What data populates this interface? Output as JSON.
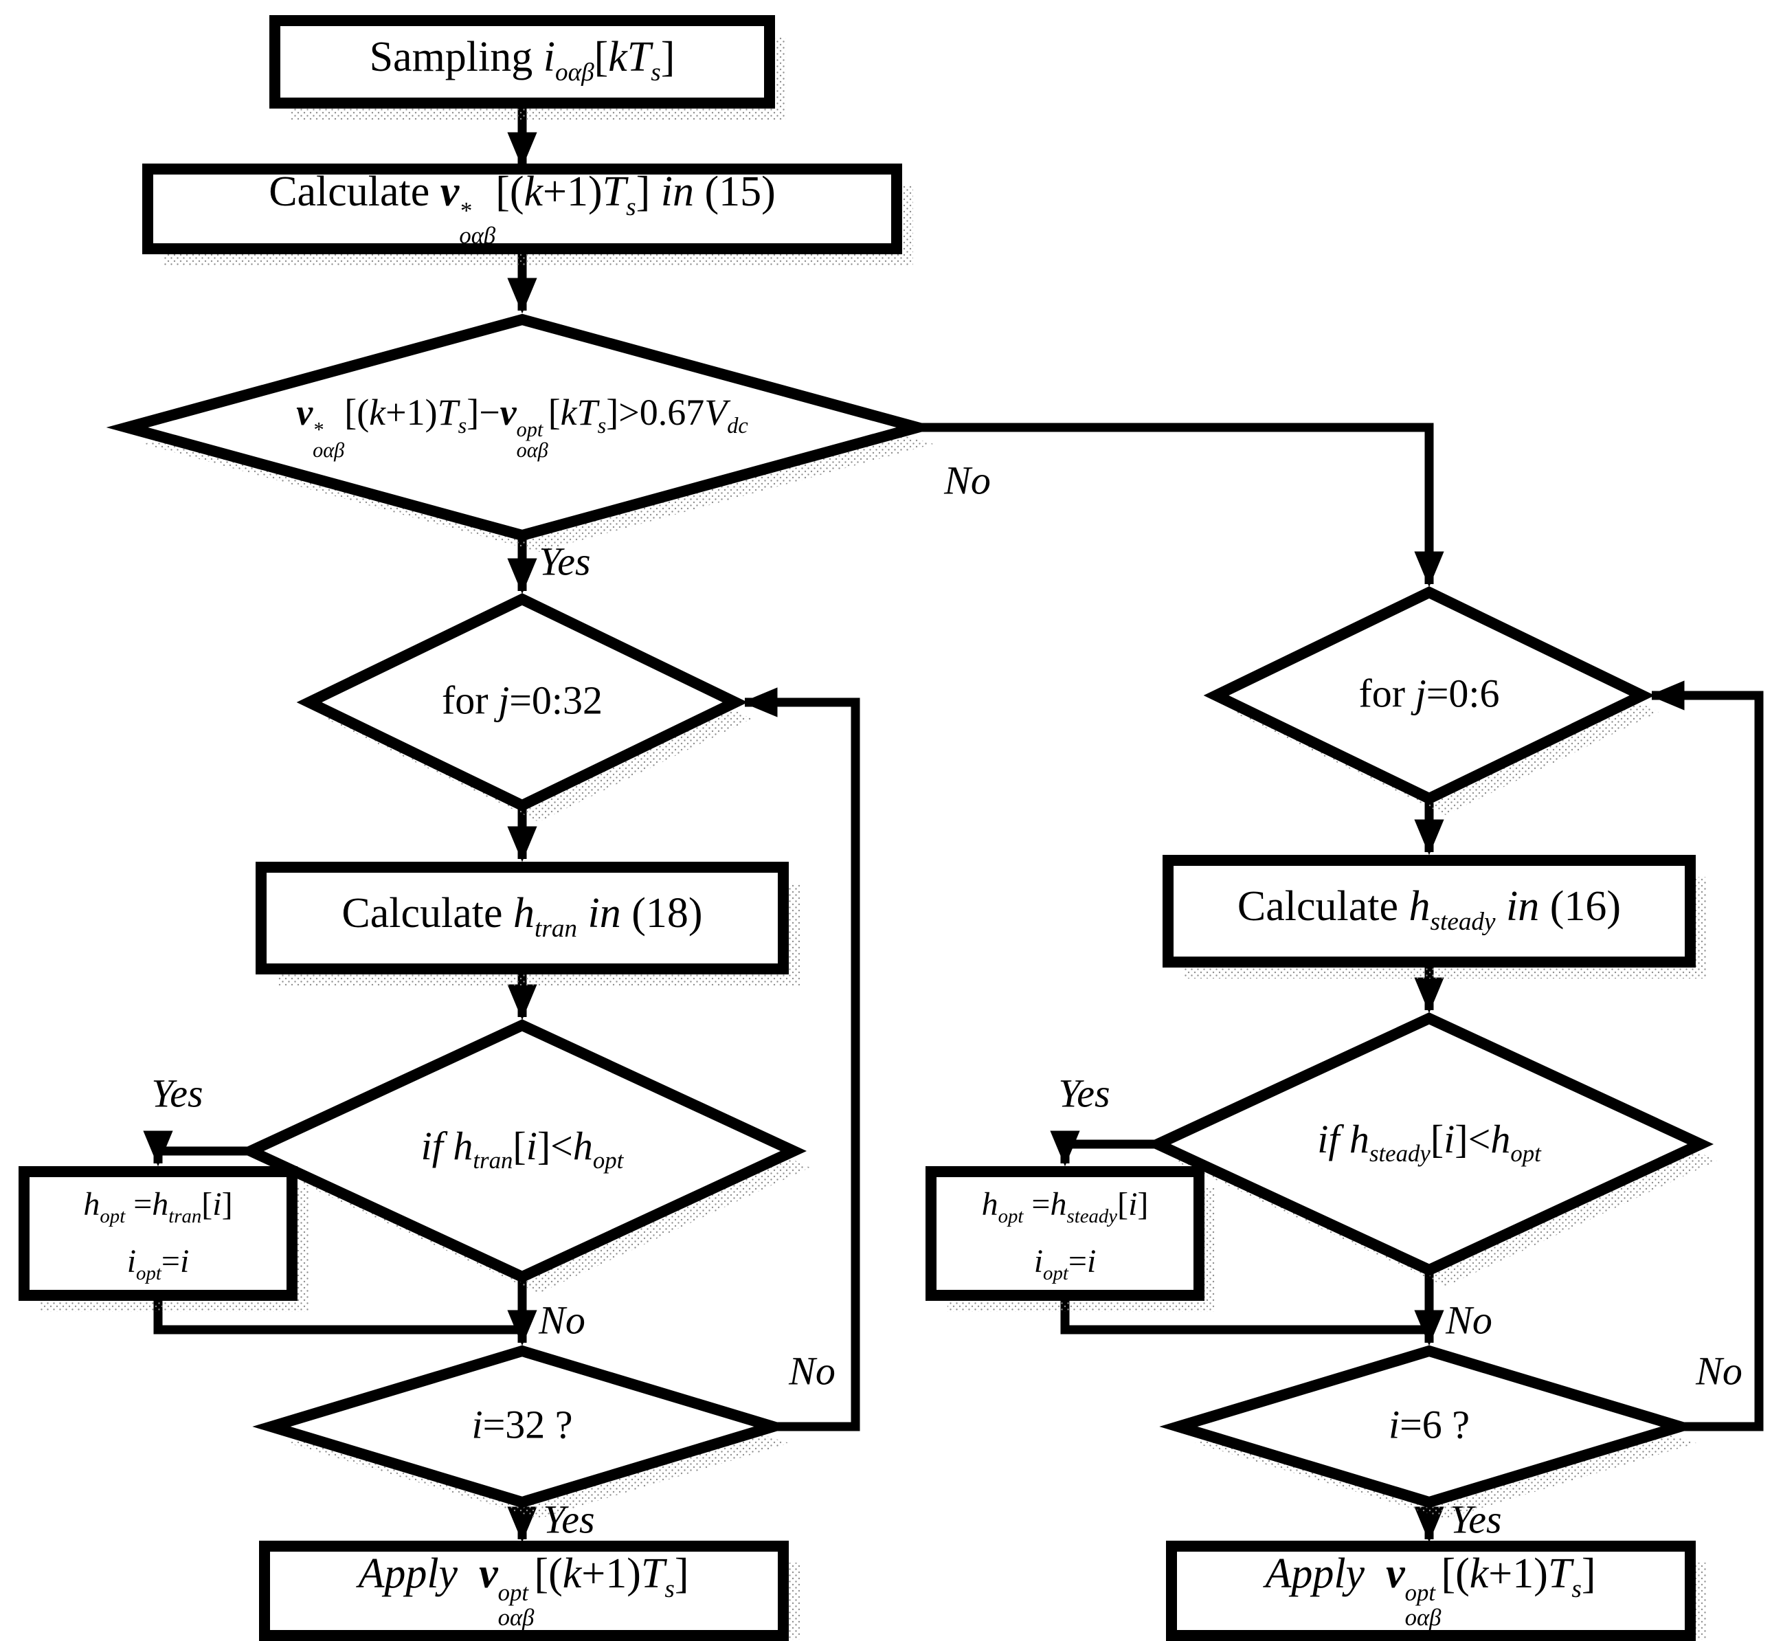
{
  "colors": {
    "ink": "#000000",
    "paper": "#ffffff",
    "shadow_dot": "#8f8f8f"
  },
  "nodes": {
    "sampling": {
      "shape": "process",
      "text": "Sampling i_oαβ[kT_s]",
      "label": [
        {
          "s": "rm",
          "t": "Sampling "
        },
        {
          "s": "it",
          "t": "i"
        },
        {
          "s": "sub",
          "t": "oαβ"
        },
        {
          "s": "rm",
          "t": "["
        },
        {
          "s": "it",
          "t": "kT"
        },
        {
          "s": "sub",
          "t": "s"
        },
        {
          "s": "rm",
          "t": "]"
        }
      ]
    },
    "calc_v15": {
      "shape": "process",
      "text": "Calculate v*_oαβ[(k+1)T_s] in (15)",
      "label": [
        {
          "s": "rm",
          "t": "Calculate "
        },
        {
          "s": "bi",
          "t": "v"
        },
        {
          "s": "ss",
          "t": "*|oαβ"
        },
        {
          "s": "rm",
          "t": "[("
        },
        {
          "s": "it",
          "t": "k"
        },
        {
          "s": "rm",
          "t": "+1)"
        },
        {
          "s": "it",
          "t": "T"
        },
        {
          "s": "sub",
          "t": "s"
        },
        {
          "s": "rm",
          "t": "] "
        },
        {
          "s": "it",
          "t": "in"
        },
        {
          "s": "rm",
          "t": " (15)"
        }
      ]
    },
    "main_decision": {
      "shape": "decision",
      "text": "v*_oαβ[(k+1)T_s]−v^opt_oαβ[kT_s]>0.67V_dc",
      "label": [
        {
          "s": "bi",
          "t": "v"
        },
        {
          "s": "ss",
          "t": "*|oαβ"
        },
        {
          "s": "rm",
          "t": "[("
        },
        {
          "s": "it",
          "t": "k"
        },
        {
          "s": "rm",
          "t": "+1)"
        },
        {
          "s": "it",
          "t": "T"
        },
        {
          "s": "sub",
          "t": "s"
        },
        {
          "s": "rm",
          "t": "]−"
        },
        {
          "s": "bi",
          "t": "v"
        },
        {
          "s": "ss",
          "t": "opt|oαβ"
        },
        {
          "s": "rm",
          "t": "["
        },
        {
          "s": "it",
          "t": "kT"
        },
        {
          "s": "sub",
          "t": "s"
        },
        {
          "s": "rm",
          "t": "]>0.67"
        },
        {
          "s": "it",
          "t": "V"
        },
        {
          "s": "sub",
          "t": "dc"
        }
      ]
    },
    "for32": {
      "shape": "decision",
      "text": "for j=0:32",
      "label": [
        {
          "s": "rm",
          "t": "for "
        },
        {
          "s": "it",
          "t": "j"
        },
        {
          "s": "rm",
          "t": "=0:32"
        }
      ]
    },
    "for6": {
      "shape": "decision",
      "text": "for j=0:6",
      "label": [
        {
          "s": "rm",
          "t": "for "
        },
        {
          "s": "it",
          "t": "j"
        },
        {
          "s": "rm",
          "t": "=0:6"
        }
      ]
    },
    "calc_htran": {
      "shape": "process",
      "text": "Calculate h_tran in (18)",
      "label": [
        {
          "s": "rm",
          "t": "Calculate "
        },
        {
          "s": "it",
          "t": "h"
        },
        {
          "s": "sub",
          "t": "tran"
        },
        {
          "s": "it",
          "t": " in "
        },
        {
          "s": "rm",
          "t": "(18)"
        }
      ]
    },
    "calc_hsteady": {
      "shape": "process",
      "text": "Calculate h_steady in (16)",
      "label": [
        {
          "s": "rm",
          "t": "Calculate "
        },
        {
          "s": "it",
          "t": "h"
        },
        {
          "s": "sub",
          "t": "steady"
        },
        {
          "s": "it",
          "t": " in "
        },
        {
          "s": "rm",
          "t": "(16)"
        }
      ]
    },
    "if_htran": {
      "shape": "decision",
      "text": "if h_tran[i]<h_opt",
      "label": [
        {
          "s": "it",
          "t": "if h"
        },
        {
          "s": "sub",
          "t": "tran"
        },
        {
          "s": "rm",
          "t": "["
        },
        {
          "s": "it",
          "t": "i"
        },
        {
          "s": "rm",
          "t": "]<"
        },
        {
          "s": "it",
          "t": "h"
        },
        {
          "s": "sub",
          "t": "opt"
        }
      ]
    },
    "if_hsteady": {
      "shape": "decision",
      "text": "if h_steady[i]<h_opt",
      "label": [
        {
          "s": "it",
          "t": "if h"
        },
        {
          "s": "sub",
          "t": "steady"
        },
        {
          "s": "rm",
          "t": "["
        },
        {
          "s": "it",
          "t": "i"
        },
        {
          "s": "rm",
          "t": "]<"
        },
        {
          "s": "it",
          "t": "h"
        },
        {
          "s": "sub",
          "t": "opt"
        }
      ]
    },
    "set_opt_tran": {
      "shape": "process",
      "text": "h_opt =h_tran[i]  i_opt=i",
      "line1": [
        {
          "s": "it",
          "t": "h"
        },
        {
          "s": "sub",
          "t": "opt"
        },
        {
          "s": "rm",
          "t": " ="
        },
        {
          "s": "it",
          "t": "h"
        },
        {
          "s": "sub",
          "t": "tran"
        },
        {
          "s": "rm",
          "t": "["
        },
        {
          "s": "it",
          "t": "i"
        },
        {
          "s": "rm",
          "t": "]"
        }
      ],
      "line2": [
        {
          "s": "it",
          "t": "i"
        },
        {
          "s": "sub",
          "t": "opt"
        },
        {
          "s": "rm",
          "t": "="
        },
        {
          "s": "it",
          "t": "i"
        }
      ]
    },
    "set_opt_steady": {
      "shape": "process",
      "text": "h_opt =h_steady[i]  i_opt=i",
      "line1": [
        {
          "s": "it",
          "t": "h"
        },
        {
          "s": "sub",
          "t": "opt"
        },
        {
          "s": "rm",
          "t": " ="
        },
        {
          "s": "it",
          "t": "h"
        },
        {
          "s": "sub",
          "t": "steady"
        },
        {
          "s": "rm",
          "t": "["
        },
        {
          "s": "it",
          "t": "i"
        },
        {
          "s": "rm",
          "t": "]"
        }
      ],
      "line2": [
        {
          "s": "it",
          "t": "i"
        },
        {
          "s": "sub",
          "t": "opt"
        },
        {
          "s": "rm",
          "t": "="
        },
        {
          "s": "it",
          "t": "i"
        }
      ]
    },
    "i32_check": {
      "shape": "decision",
      "text": "i=32 ?",
      "label": [
        {
          "s": "it",
          "t": "i"
        },
        {
          "s": "rm",
          "t": "=32 ?"
        }
      ]
    },
    "i6_check": {
      "shape": "decision",
      "text": "i=6 ?",
      "label": [
        {
          "s": "it",
          "t": "i"
        },
        {
          "s": "rm",
          "t": "=6 ?"
        }
      ]
    },
    "apply_left": {
      "shape": "process",
      "text": "Apply v^opt_oαβ[(k+1)T_s]",
      "label": [
        {
          "s": "it",
          "t": "Apply  "
        },
        {
          "s": "bi",
          "t": "v"
        },
        {
          "s": "ss",
          "t": "opt|oαβ"
        },
        {
          "s": "rm",
          "t": "[("
        },
        {
          "s": "it",
          "t": "k"
        },
        {
          "s": "rm",
          "t": "+1)"
        },
        {
          "s": "it",
          "t": "T"
        },
        {
          "s": "sub",
          "t": "s"
        },
        {
          "s": "rm",
          "t": "]"
        }
      ]
    },
    "apply_right": {
      "shape": "process",
      "text": "Apply v^opt_oαβ[(k+1)T_s]",
      "label": [
        {
          "s": "it",
          "t": "Apply  "
        },
        {
          "s": "bi",
          "t": "v"
        },
        {
          "s": "ss",
          "t": "opt|oαβ"
        },
        {
          "s": "rm",
          "t": "[("
        },
        {
          "s": "it",
          "t": "k"
        },
        {
          "s": "rm",
          "t": "+1)"
        },
        {
          "s": "it",
          "t": "T"
        },
        {
          "s": "sub",
          "t": "s"
        },
        {
          "s": "rm",
          "t": "]"
        }
      ]
    }
  },
  "edge_labels": {
    "main_yes": "Yes",
    "main_no": "No",
    "tran_yes": "Yes",
    "tran_no": "No",
    "i32_no": "No",
    "i32_yes": "Yes",
    "steady_yes": "Yes",
    "steady_no": "No",
    "i6_no": "No",
    "i6_yes": "Yes"
  }
}
